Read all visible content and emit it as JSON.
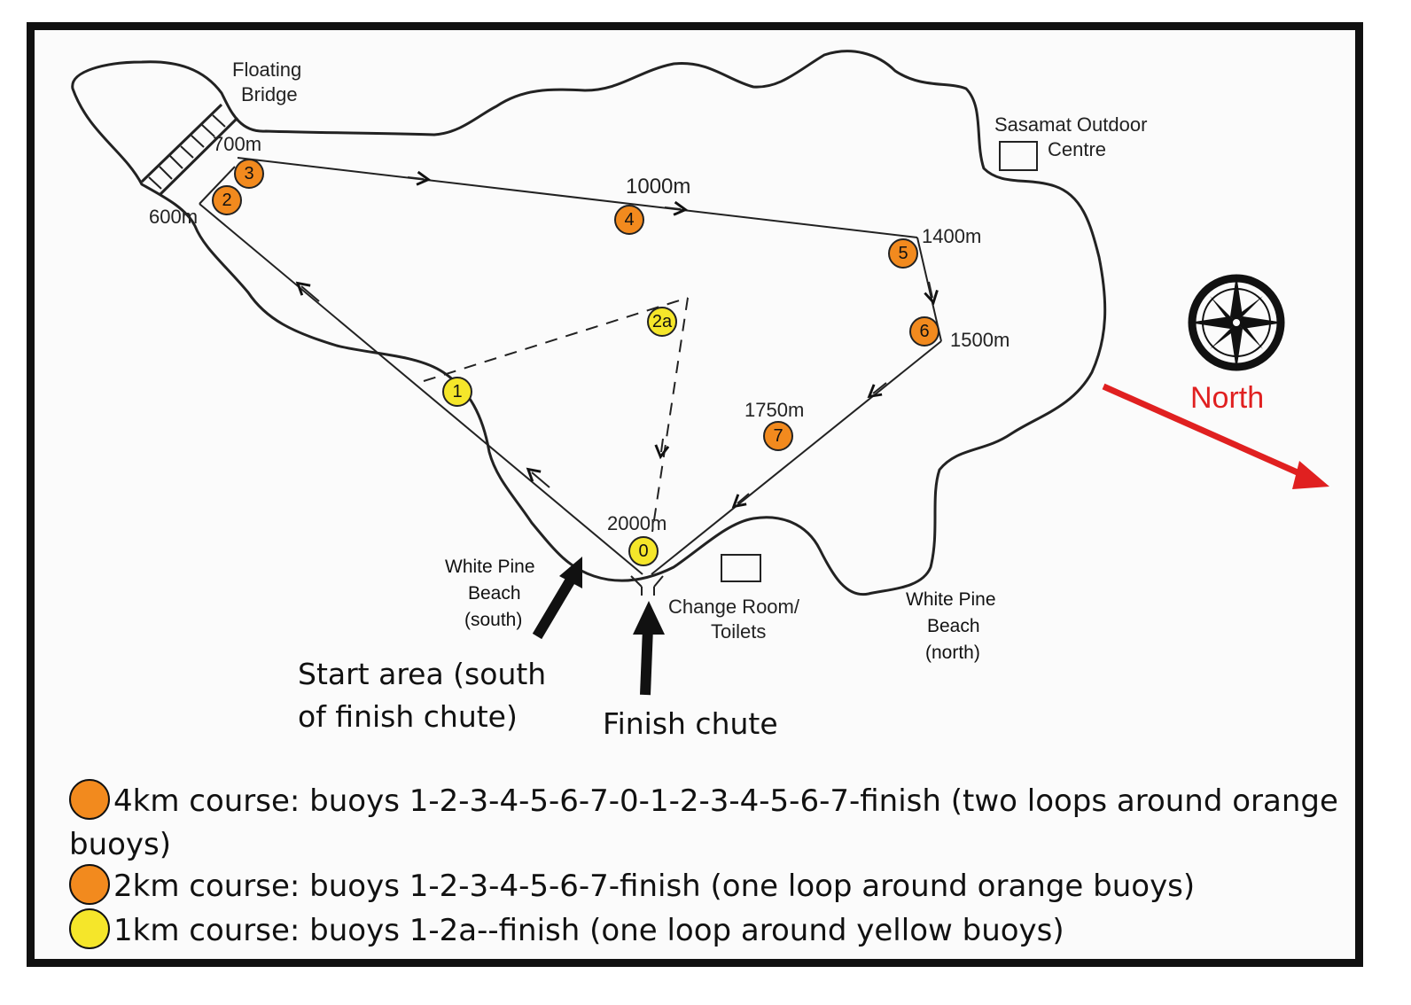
{
  "labels": {
    "floating_bridge_1": "Floating",
    "floating_bridge_2": "Bridge",
    "sasamat_1": "Sasamat Outdoor",
    "sasamat_2": "Centre",
    "d700": "700m",
    "d600": "600m",
    "d1000": "1000m",
    "d1400": "1400m",
    "d1500": "1500m",
    "d1750": "1750m",
    "d2000": "2000m",
    "wpb_south_1": "White Pine",
    "wpb_south_2": "Beach",
    "wpb_south_3": "(south)",
    "change_room_1": "Change Room/",
    "change_room_2": "Toilets",
    "wpb_north_1": "White Pine",
    "wpb_north_2": "Beach",
    "wpb_north_3": "(north)",
    "start_area_1": "Start area (south",
    "start_area_2": "of finish chute)",
    "finish_chute": "Finish chute",
    "north": "North"
  },
  "buoys": [
    {
      "id": "0",
      "color": "yellow"
    },
    {
      "id": "1",
      "color": "yellow"
    },
    {
      "id": "2a",
      "color": "yellow"
    },
    {
      "id": "2",
      "color": "orange"
    },
    {
      "id": "3",
      "color": "orange"
    },
    {
      "id": "4",
      "color": "orange"
    },
    {
      "id": "5",
      "color": "orange"
    },
    {
      "id": "6",
      "color": "orange"
    },
    {
      "id": "7",
      "color": "orange"
    }
  ],
  "legend": [
    {
      "color": "orange",
      "text": "4km course: buoys 1-2-3-4-5-6-7-0-1-2-3-4-5-6-7-finish (two loops around orange buoys)"
    },
    {
      "color": "orange",
      "text": "2km course: buoys 1-2-3-4-5-6-7-finish (one loop around orange buoys)"
    },
    {
      "color": "yellow",
      "text": "1km course: buoys 1-2a--finish (one loop around yellow buoys)"
    }
  ],
  "colors": {
    "orange": "#f28a1e",
    "yellow": "#f5e62a",
    "north_arrow": "#e02020"
  },
  "icons": [
    "compass-rose-icon",
    "north-arrow-icon"
  ]
}
